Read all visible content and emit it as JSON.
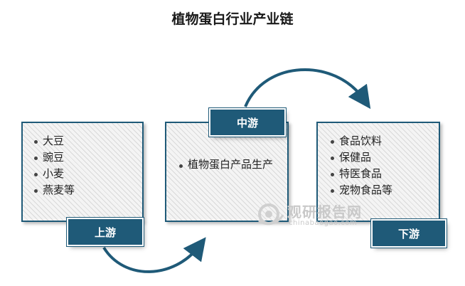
{
  "title": "植物蛋白行业产业链",
  "upstream": {
    "label": "上游",
    "items": [
      "大豆",
      "豌豆",
      "小麦",
      "燕麦等"
    ]
  },
  "midstream": {
    "label": "中游",
    "items": [
      "植物蛋白产品生产"
    ]
  },
  "downstream": {
    "label": "下游",
    "items": [
      "食品饮料",
      "保健品",
      "特医食品",
      "宠物食品等"
    ]
  },
  "watermark": {
    "name": "观研报告网",
    "url": "chinabaogao.com"
  },
  "colors": {
    "accent": "#1f5a78"
  }
}
